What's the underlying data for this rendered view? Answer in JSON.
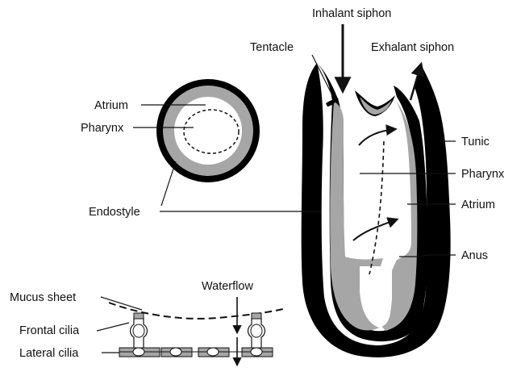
{
  "labels": {
    "inhalant_siphon": "Inhalant siphon",
    "exhalant_siphon": "Exhalant siphon",
    "tentacle": "Tentacle",
    "tunic": "Tunic",
    "pharynx_body": "Pharynx",
    "atrium_body": "Atrium",
    "anus": "Anus",
    "endostyle": "Endostyle",
    "atrium_section": "Atrium",
    "pharynx_section": "Pharynx",
    "waterflow": "Waterflow",
    "mucus_sheet": "Mucus sheet",
    "frontal_cilia": "Frontal cilia",
    "lateral_cilia": "Lateral cilia"
  },
  "colors": {
    "tunic": "#000000",
    "tissue": "#a6a6a6",
    "background": "#ffffff",
    "ink": "#111111"
  }
}
